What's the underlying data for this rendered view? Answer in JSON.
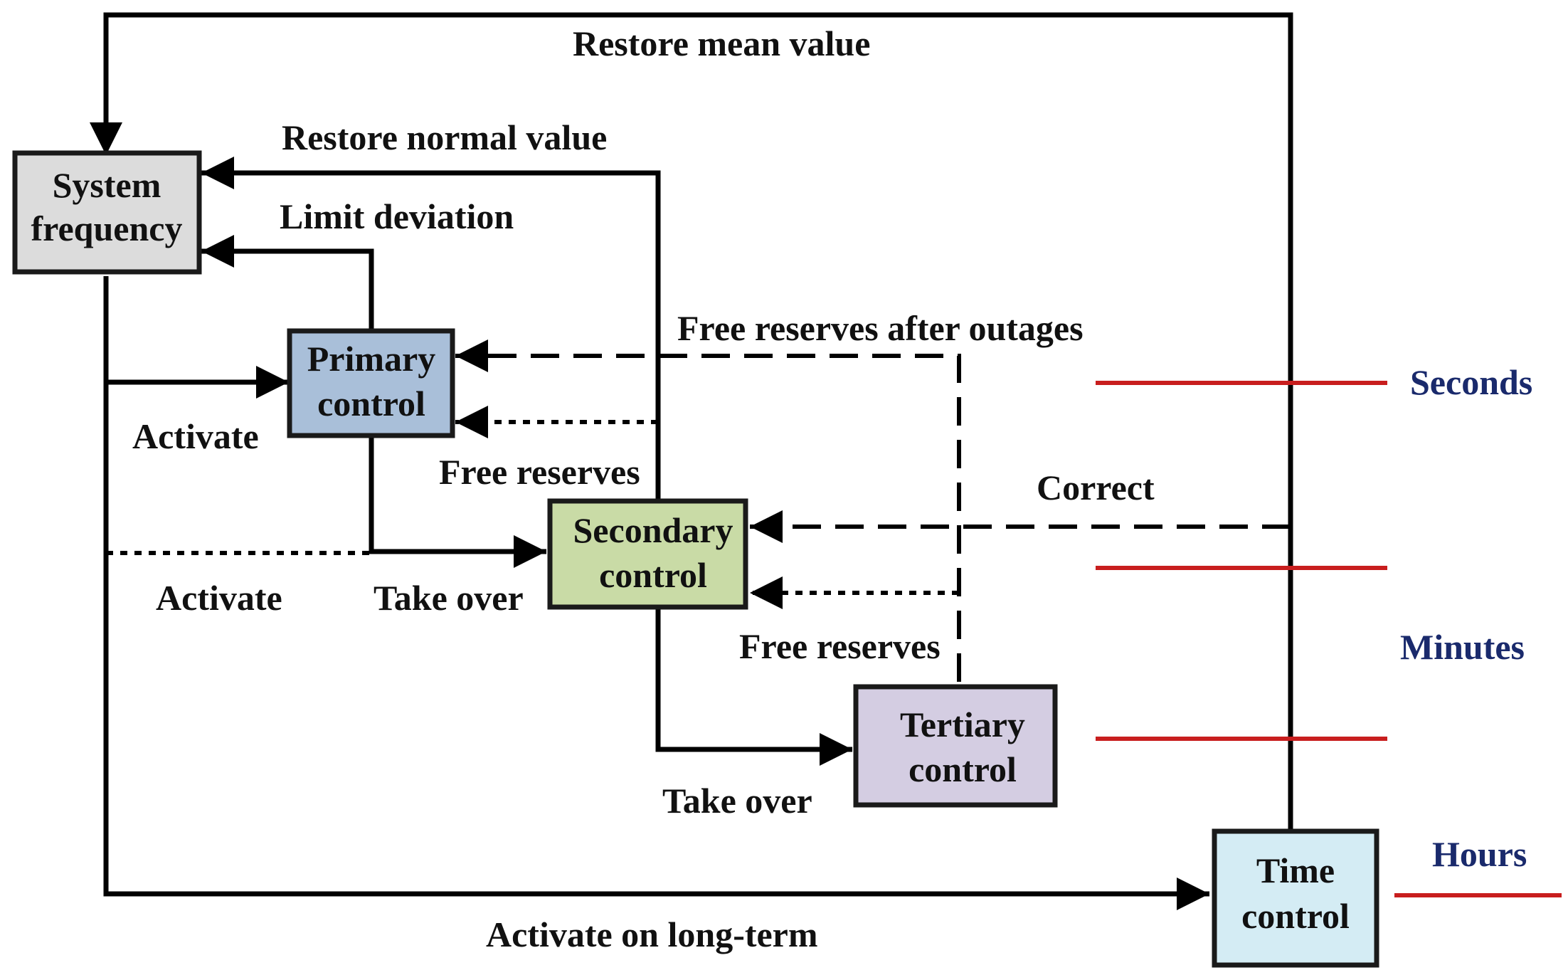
{
  "blocks": {
    "system_frequency": {
      "line1": "System",
      "line2": "frequency",
      "fill": "#dcdcdc"
    },
    "primary_control": {
      "line1": "Primary",
      "line2": "control",
      "fill": "#a9bfd9"
    },
    "secondary_control": {
      "line1": "Secondary",
      "line2": "control",
      "fill": "#c9dba6"
    },
    "tertiary_control": {
      "line1": "Tertiary",
      "line2": "control",
      "fill": "#d4cde2"
    },
    "time_control": {
      "line1": "Time",
      "line2": "control",
      "fill": "#d4ecf4"
    }
  },
  "labels": {
    "restore_mean_value": "Restore mean value",
    "restore_normal_value": "Restore normal value",
    "limit_deviation": "Limit deviation",
    "free_reserves_after_outages": "Free reserves after outages",
    "activate_primary": "Activate",
    "free_reserves_primary": "Free reserves",
    "correct": "Correct",
    "activate_secondary": "Activate",
    "take_over_secondary": "Take over",
    "free_reserves_secondary": "Free reserves",
    "take_over_tertiary": "Take over",
    "activate_long_term": "Activate on long-term"
  },
  "timescale": {
    "seconds": "Seconds",
    "minutes": "Minutes",
    "hours": "Hours"
  },
  "colors": {
    "timescale_text": "#1a2a6c",
    "timescale_line": "#c81e1e",
    "connector": "#000000"
  }
}
